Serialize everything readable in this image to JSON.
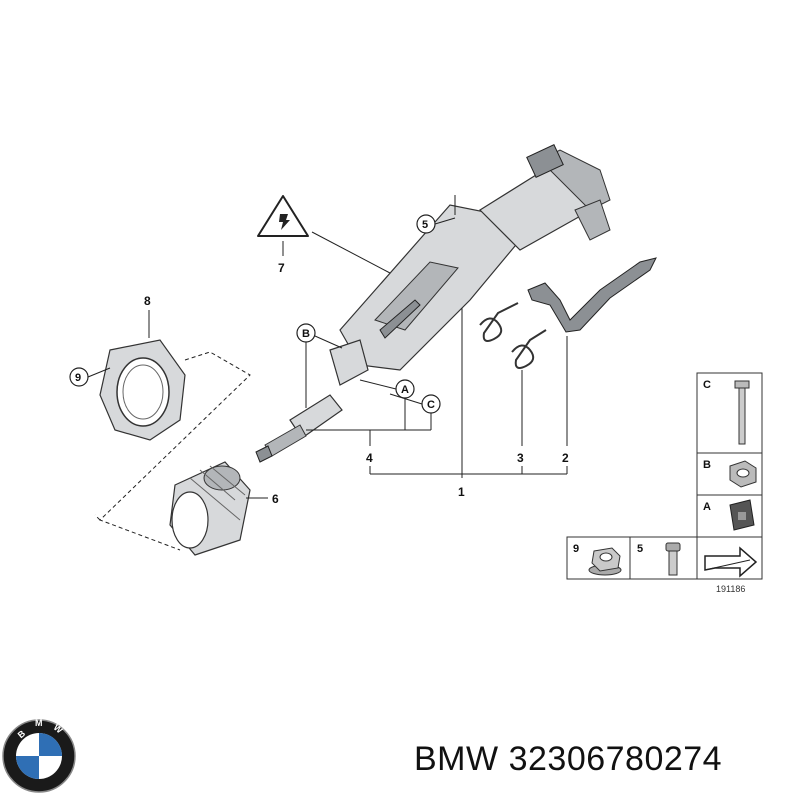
{
  "diagram": {
    "part_numbers": [
      "1",
      "2",
      "3",
      "4",
      "5",
      "6",
      "7",
      "8",
      "9"
    ],
    "letter_callouts": [
      "A",
      "B",
      "C"
    ],
    "legend": {
      "rows": [
        {
          "label": "C"
        },
        {
          "label": "B"
        },
        {
          "label": "A"
        }
      ],
      "bottom_items": [
        {
          "label": "9"
        },
        {
          "label": "5"
        }
      ],
      "ref_code": "191186"
    }
  },
  "caption": {
    "brand": "BMW",
    "part_number": "32306780274"
  },
  "logo": {
    "icon": "bmw-roundel-icon",
    "lettering": "BMW",
    "colors": {
      "ring": "#1a1a1a",
      "blue": "#2f6fb5",
      "white": "#ffffff"
    }
  }
}
